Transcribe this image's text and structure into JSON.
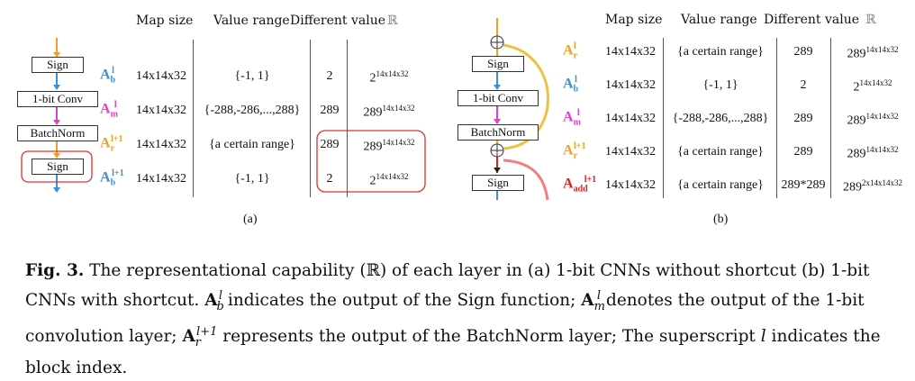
{
  "figure": {
    "headers": {
      "map_size": "Map size",
      "value_range": "Value range",
      "different_value": "Different value",
      "R": "ℝ"
    },
    "panel_a": {
      "label": "(a)",
      "blocks": [
        "Sign",
        "1-bit Conv",
        "BatchNorm",
        "Sign"
      ],
      "rows": [
        {
          "sym": "A",
          "sub": "b",
          "sup": "l",
          "color": "#3a8fd8",
          "map": "14x14x32",
          "range": "{-1, 1}",
          "diff": "2",
          "R_base": "2",
          "R_exp": "14x14x32"
        },
        {
          "sym": "A",
          "sub": "m",
          "sup": "l",
          "color": "#e040c8",
          "map": "14x14x32",
          "range": "{-288,-286,...,288}",
          "diff": "289",
          "R_base": "289",
          "R_exp": "14x14x32"
        },
        {
          "sym": "A",
          "sub": "r",
          "sup": "l+1",
          "color": "#f0a020",
          "map": "14x14x32",
          "range": "{a certain range}",
          "diff": "289",
          "R_base": "289",
          "R_exp": "14x14x32"
        },
        {
          "sym": "A",
          "sub": "b",
          "sup": "l+1",
          "color": "#3a8fd8",
          "map": "14x14x32",
          "range": "{-1, 1}",
          "diff": "2",
          "R_base": "2",
          "R_exp": "14x14x32"
        }
      ]
    },
    "panel_b": {
      "label": "(b)",
      "blocks": [
        "Sign",
        "1-bit Conv",
        "BatchNorm",
        "Sign"
      ],
      "rows": [
        {
          "sym": "A",
          "sub": "r",
          "sup": "l",
          "color": "#f0a020",
          "map": "14x14x32",
          "range": "{a certain range}",
          "diff": "289",
          "R_base": "289",
          "R_exp": "14x14x32"
        },
        {
          "sym": "A",
          "sub": "b",
          "sup": "l",
          "color": "#3a8fd8",
          "map": "14x14x32",
          "range": "{-1, 1}",
          "diff": "2",
          "R_base": "2",
          "R_exp": "14x14x32"
        },
        {
          "sym": "A",
          "sub": "m",
          "sup": "l",
          "color": "#e040c8",
          "map": "14x14x32",
          "range": "{-288,-286,...,288}",
          "diff": "289",
          "R_base": "289",
          "R_exp": "14x14x32"
        },
        {
          "sym": "A",
          "sub": "r",
          "sup": "l+1",
          "color": "#f0a020",
          "map": "14x14x32",
          "range": "{a certain range}",
          "diff": "289",
          "R_base": "289",
          "R_exp": "14x14x32"
        },
        {
          "sym": "A",
          "sub": "add",
          "sup": "l+1",
          "color": "#e02020",
          "map": "14x14x32",
          "range": "{a certain range}",
          "diff": "289*289",
          "R_base": "289",
          "R_exp": "2x14x14x32"
        }
      ]
    }
  },
  "caption": {
    "fig_label": "Fig. 3.",
    "text": " The representational capability (ℝ) of each layer in (a) 1-bit CNNs without shortcut (b) 1-bit CNNs with shortcut. ",
    "t1_sym": "A",
    "t1_sub": "b",
    "t1_sup": "l",
    "t1_text": " indicates the output of the Sign function; ",
    "t2_sym": "A",
    "t2_sub": "m",
    "t2_sup": "l",
    "t2_text": " denotes the output of the 1-bit convolution layer; ",
    "t3_sym": "A",
    "t3_sub": "r",
    "t3_sup": "l+1",
    "t3_text": " represents the output of the BatchNorm layer; The superscript ",
    "t4_var": "l",
    "t4_text": " indicates the block index."
  }
}
